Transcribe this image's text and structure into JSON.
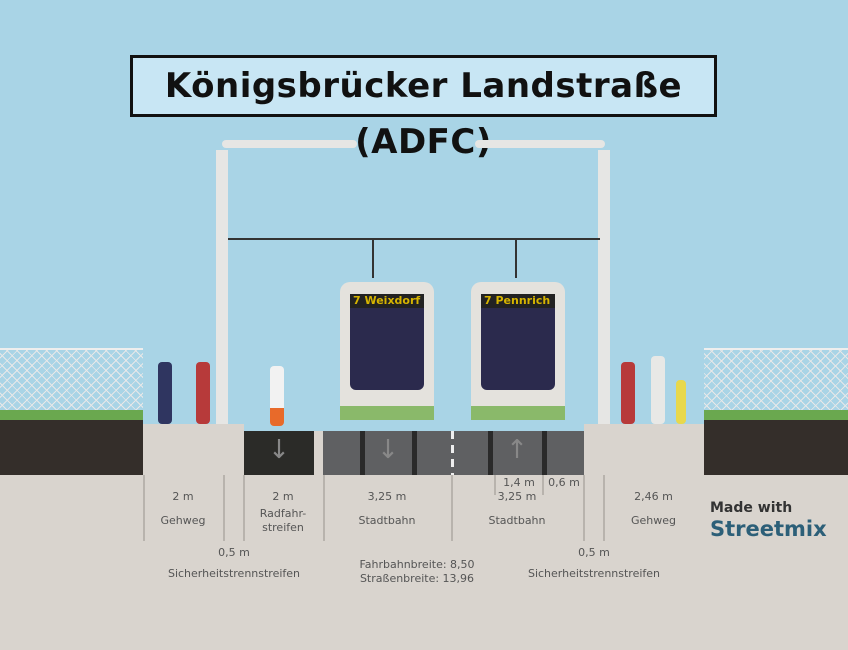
{
  "title": "Königsbrücker Landstraße (ADFC)",
  "trams": [
    {
      "sign": "7 Weixdorf"
    },
    {
      "sign": "7 Pennrich"
    }
  ],
  "segments": [
    {
      "width": "2 m",
      "label": "Gehweg"
    },
    {
      "width": "0,5 m",
      "label": "Sicherheitstrennstreifen"
    },
    {
      "width": "2 m",
      "label": "Radfahr-\nstreifen"
    },
    {
      "width": "3,25 m",
      "label": "Stadtbahn"
    },
    {
      "width": "3,25 m",
      "label": "Stadtbahn"
    },
    {
      "width": "0,5 m",
      "label": "Sicherheitstrennstreifen"
    },
    {
      "width": "2,46 m",
      "label": "Gehweg"
    }
  ],
  "sub_widths": [
    "1,4 m",
    "0,6 m"
  ],
  "totals": {
    "roadway": "Fahrbahnbreite: 8,50",
    "street": "Straßenbreite: 13,96"
  },
  "brand": {
    "made_with": "Made with",
    "name": "Streetmix"
  },
  "colors": {
    "sky": "#a9d4e6",
    "ground": "#d9d4ce",
    "brand": "#2c5f78"
  }
}
